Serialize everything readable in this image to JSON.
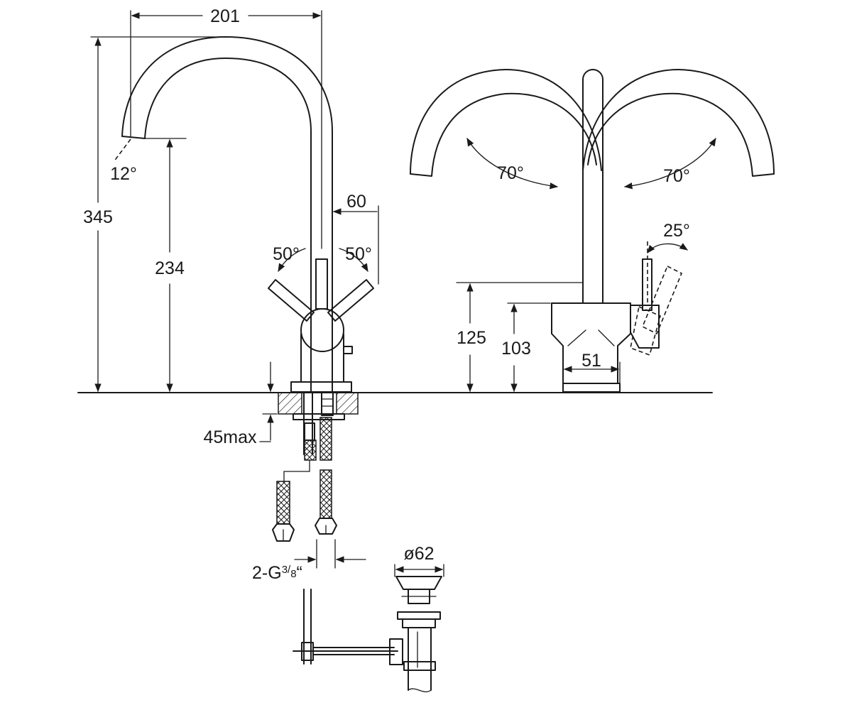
{
  "dimensions": {
    "spout_reach": "201",
    "spout_angle": "12°",
    "total_height": "345",
    "spout_height": "234",
    "handle_offset": "60",
    "handle_left_angle": "50°",
    "handle_right_angle": "50°",
    "deck_thickness": "45max",
    "swivel_left": "70°",
    "swivel_right": "70°",
    "lever_angle": "25°",
    "body_height": "125",
    "base_height": "103",
    "base_width": "51",
    "connection_prefix": "2-G",
    "connection_num": "3",
    "connection_den": "8",
    "connection_suffix": "“",
    "drain_diameter": "ø62"
  },
  "colors": {
    "line": "#1a1a1a",
    "background": "#ffffff"
  }
}
